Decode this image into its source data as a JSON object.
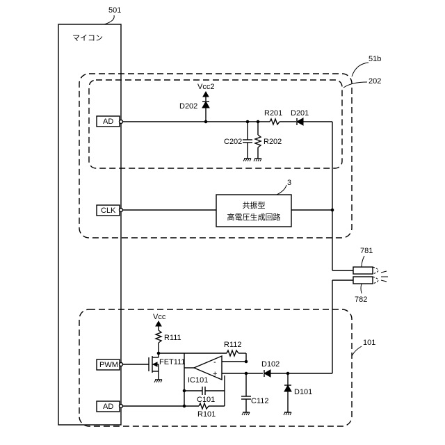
{
  "references": {
    "mcu": "501",
    "block_51b": "51b",
    "block_202": "202",
    "block_3": "3",
    "block_101": "101",
    "connector_781": "781",
    "connector_782": "782"
  },
  "mcu_label": "マイコン",
  "pins": {
    "ad_top": "AD",
    "clk": "CLK",
    "pwm": "PWM",
    "ad_bottom": "AD"
  },
  "resonant_block": {
    "line1": "共振型",
    "line2": "高電圧生成回路"
  },
  "components": {
    "vcc2": "Vcc2",
    "d202": "D202",
    "r201": "R201",
    "d201": "D201",
    "c202": "C202",
    "r202": "R202",
    "vcc": "Vcc",
    "r111": "R111",
    "r112": "R112",
    "fet111": "FET111",
    "ic101": "IC101",
    "d102": "D102",
    "c101": "C101",
    "r101": "R101",
    "c112": "C112",
    "d101": "D101",
    "opamp_minus": "-",
    "opamp_plus": "+"
  }
}
